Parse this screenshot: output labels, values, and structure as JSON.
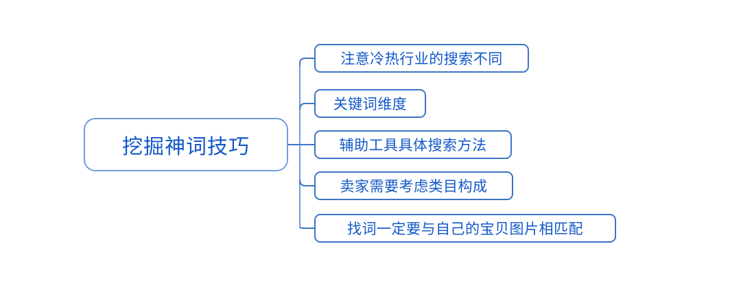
{
  "diagram": {
    "type": "mindmap",
    "orientation": "left-to-right",
    "background_color": "#ffffff",
    "root": {
      "id": "root",
      "label": "挖掘神词技巧",
      "text_color": "#1358c8",
      "border_color": "#6f9ede",
      "fill_color": "#ffffff"
    },
    "branches": [
      {
        "id": "branch-1",
        "label": "注意冷热行业的搜索不同",
        "text_color": "#1358c8",
        "border_color": "#3d74c4"
      },
      {
        "id": "branch-2",
        "label": "关键词维度",
        "text_color": "#1358c8",
        "border_color": "#3d74c4"
      },
      {
        "id": "branch-3",
        "label": "辅助工具具体搜索方法",
        "text_color": "#1358c8",
        "border_color": "#3d74c4"
      },
      {
        "id": "branch-4",
        "label": "卖家需要考虑类目构成",
        "text_color": "#1358c8",
        "border_color": "#3d74c4"
      },
      {
        "id": "branch-5",
        "label": "找词一定要与自己的宝贝图片相匹配",
        "text_color": "#1358c8",
        "border_color": "#3d74c4"
      }
    ],
    "connectors": {
      "line_color": "#3d74c4",
      "trunk_color": "#6f9ede",
      "line_width": 2
    }
  }
}
